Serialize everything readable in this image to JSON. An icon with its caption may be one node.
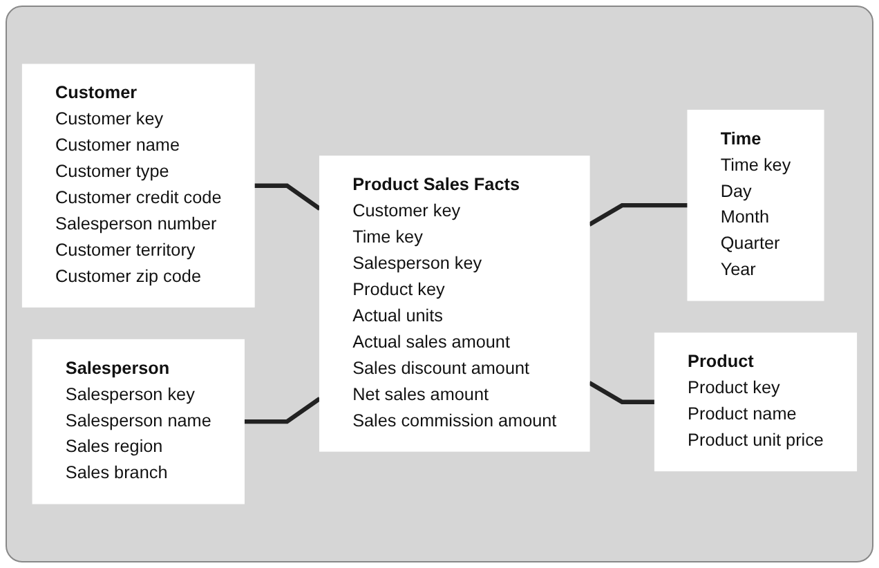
{
  "diagram": {
    "nodes": [
      {
        "text": [
          "Customer",
          "Customer key",
          "Customer name",
          "Customer type",
          "Customer credit code",
          "Salesperson number",
          "Customer territory",
          "Customer zip code"
        ]
      },
      {
        "text": [
          "Product Sales Facts",
          "Customer key",
          "Time key",
          "Salesperson key",
          "Product key",
          "Actual units",
          "Actual sales amount",
          "Sales discount amount",
          "Net sales amount",
          "Sales commission amount"
        ]
      },
      {
        "text": [
          "Time",
          "Time key",
          "Day",
          "Month",
          "Quarter",
          "Year"
        ]
      },
      {
        "text": [
          "Salesperson",
          "Salesperson key",
          "Salesperson name",
          "Sales region",
          "Sales branch"
        ]
      },
      {
        "text": [
          "Product",
          "Product key",
          "Product name",
          "Product unit price"
        ]
      }
    ],
    "edges": [
      {
        "from": 0,
        "to": 1,
        "arrow": "none"
      },
      {
        "from": 3,
        "to": 1,
        "arrow": "none"
      },
      {
        "from": 1,
        "to": 2,
        "arrow": "none"
      },
      {
        "from": 1,
        "to": 4,
        "arrow": "none"
      }
    ]
  }
}
